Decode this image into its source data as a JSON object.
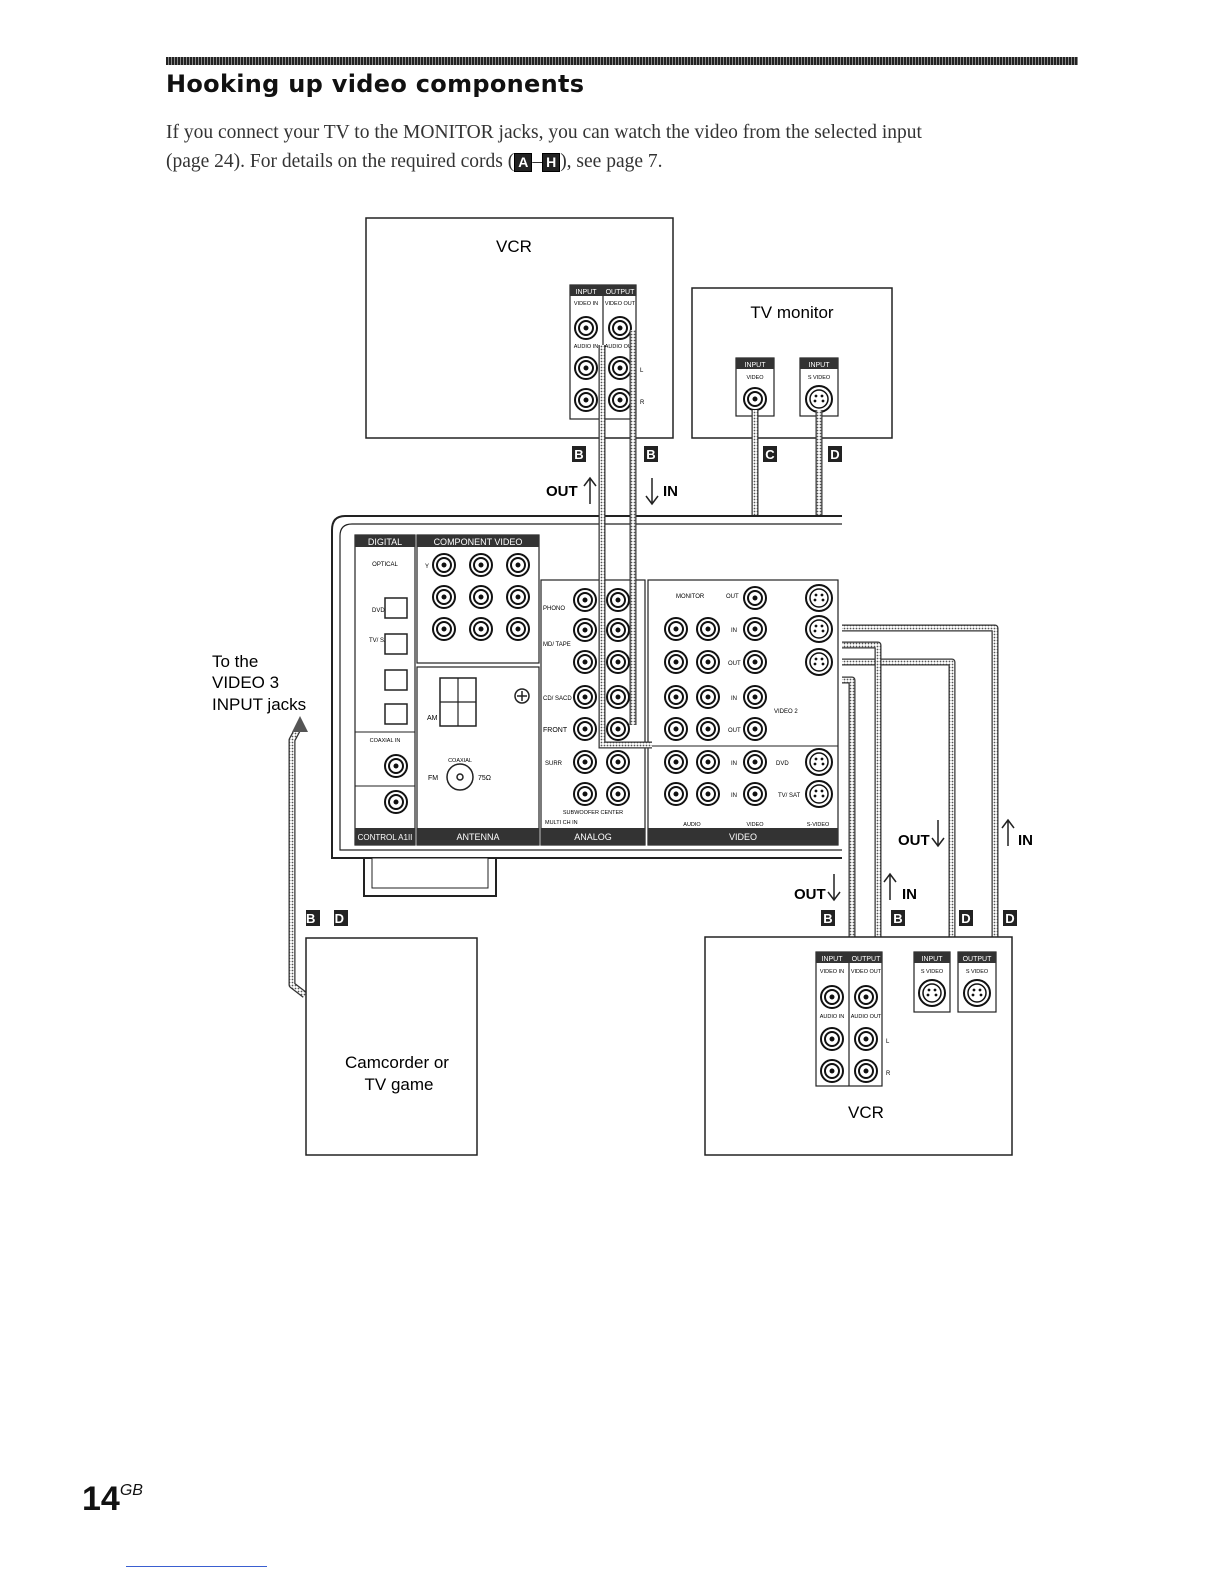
{
  "heading": "Hooking up video components",
  "intro": {
    "line1": "If you connect your TV to the MONITOR jacks, you can watch the video from the selected input",
    "line2_start": "(page 24). For details on the required cords (",
    "cord_first": "A",
    "dash": "–",
    "cord_last": "H",
    "line2_end": "), see page 7."
  },
  "components": {
    "vcr_top": "VCR",
    "tv_monitor": "TV monitor",
    "camcorder_line1": "Camcorder or",
    "camcorder_line2": "TV game",
    "vcr_bottom": "VCR"
  },
  "panel_labels": {
    "input": "INPUT",
    "output": "OUTPUT",
    "video_in": "VIDEO IN",
    "video_out": "VIDEO OUT",
    "audio_in": "AUDIO IN",
    "audio_out": "AUDIO OUT",
    "s_video": "S VIDEO",
    "video": "VIDEO",
    "L": "L",
    "R": "R"
  },
  "receiver": {
    "digital": "DIGITAL",
    "component_video": "COMPONENT VIDEO",
    "optical": "OPTICAL",
    "coaxial_in": "COAXIAL IN",
    "control_a1": "CONTROL A1II",
    "antenna": "ANTENNA",
    "analog": "ANALOG",
    "video": "VIDEO",
    "am": "AM",
    "fm": "FM",
    "ohm": "75Ω",
    "coaxial": "COAXIAL",
    "monitor": "MONITOR",
    "out": "OUT",
    "in": "IN",
    "video2": "VIDEO 2",
    "phono": "PHONO",
    "md_tape": "MD/ TAPE",
    "cd_sacd": "CD/ SACD",
    "front": "FRONT",
    "surr": "SURR",
    "subwoofer_center": "SUBWOOFER CENTER",
    "multi_ch_in": "MULTI CH IN",
    "dvd": "DVD",
    "tv_sat": "TV/ SAT",
    "audio": "AUDIO",
    "s_video": "S-VIDEO",
    "y": "Y"
  },
  "cord_tags": {
    "b": "B",
    "c": "C",
    "d": "D",
    "b_d": "B, D"
  },
  "flow": {
    "out": "OUT",
    "in": "IN"
  },
  "side_note": {
    "line1": "To the",
    "line2": "VIDEO 3",
    "line3": "INPUT jacks"
  },
  "page": {
    "number": "14",
    "suffix": "GB"
  }
}
